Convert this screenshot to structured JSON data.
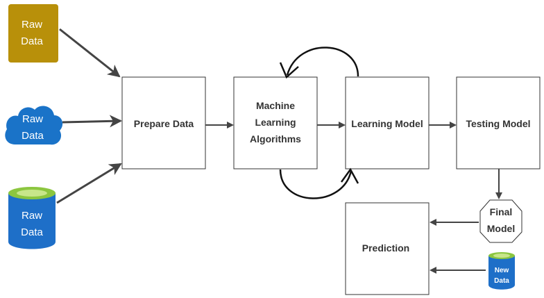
{
  "sources": {
    "folder": {
      "line1": "Raw",
      "line2": "Data",
      "color": "#b8900a"
    },
    "cloud": {
      "line1": "Raw",
      "line2": "Data",
      "color": "#1a73c8"
    },
    "database": {
      "line1": "Raw",
      "line2": "Data",
      "color": "#1e6fc8",
      "top_color": "#8cc63f"
    }
  },
  "steps": {
    "prepare": "Prepare Data",
    "ml_line1": "Machine",
    "ml_line2": "Learning",
    "ml_line3": "Algorithms",
    "learning_model": "Learning Model",
    "testing_model": "Testing Model",
    "prediction": "Prediction"
  },
  "final_model": {
    "line1": "Final",
    "line2": "Model"
  },
  "new_data": {
    "line1": "New",
    "line2": "Data"
  }
}
